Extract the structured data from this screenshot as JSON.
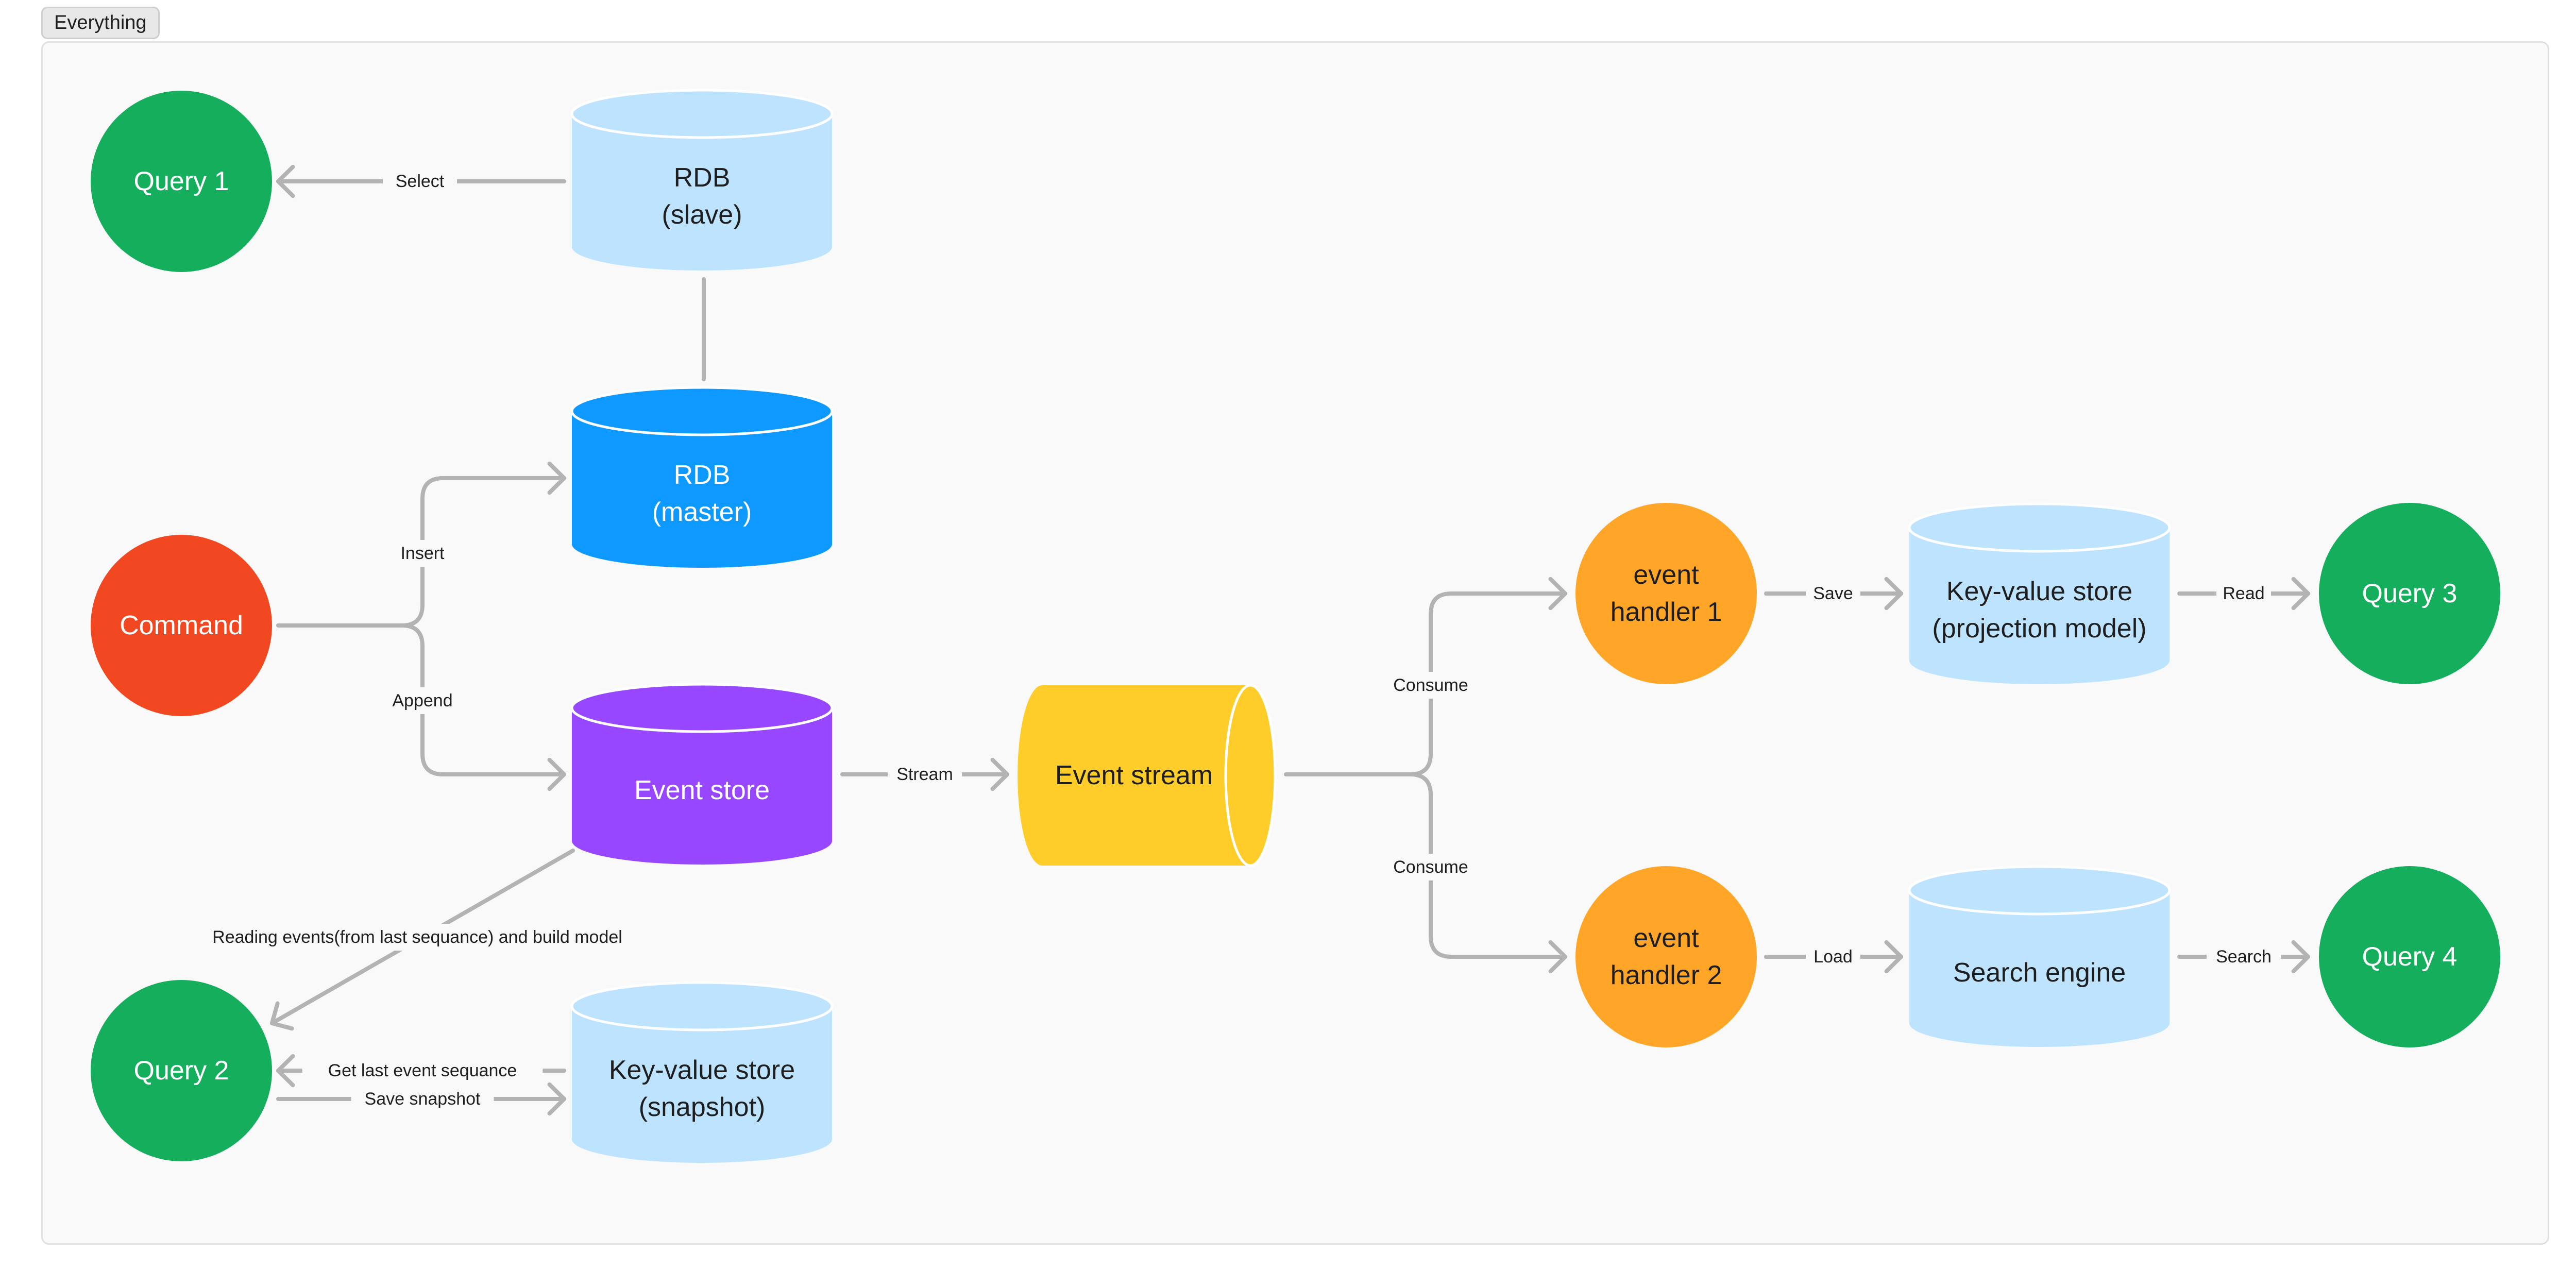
{
  "frame_label": "Everything",
  "colors": {
    "frame_bg": "#f9f9f9",
    "frame_border": "#e0e0e0",
    "edge": "#b3b3b3",
    "query": "#14ae5c",
    "command": "#f24822",
    "rdb_master": "#0d99ff",
    "rdb_slave": "#bde3ff",
    "event_store": "#9747ff",
    "event_stream": "#ffcd29",
    "event_handler": "#ffa629",
    "light_store": "#bde3ff"
  },
  "nodes": {
    "query1": {
      "label": [
        "Query 1"
      ],
      "shape": "circle",
      "color": "query",
      "text_color": "#ffffff"
    },
    "command": {
      "label": [
        "Command"
      ],
      "shape": "circle",
      "color": "command",
      "text_color": "#ffffff"
    },
    "query2": {
      "label": [
        "Query 2"
      ],
      "shape": "circle",
      "color": "query",
      "text_color": "#ffffff"
    },
    "rdb_slave": {
      "label": [
        "RDB",
        "(slave)"
      ],
      "shape": "cylinder",
      "color": "rdb_slave",
      "text_color": "#1e1e1e"
    },
    "rdb_master": {
      "label": [
        "RDB",
        "(master)"
      ],
      "shape": "cylinder",
      "color": "rdb_master",
      "text_color": "#ffffff"
    },
    "event_store": {
      "label": [
        "Event store"
      ],
      "shape": "cylinder",
      "color": "event_store",
      "text_color": "#ffffff"
    },
    "kv_snapshot": {
      "label": [
        "Key-value store",
        "(snapshot)"
      ],
      "shape": "cylinder",
      "color": "light_store",
      "text_color": "#1e1e1e"
    },
    "event_stream": {
      "label": [
        "Event stream"
      ],
      "shape": "h-cylinder",
      "color": "event_stream",
      "text_color": "#1e1e1e"
    },
    "handler1": {
      "label": [
        "event",
        "handler 1"
      ],
      "shape": "circle",
      "color": "event_handler",
      "text_color": "#1e1e1e"
    },
    "handler2": {
      "label": [
        "event",
        "handler 2"
      ],
      "shape": "circle",
      "color": "event_handler",
      "text_color": "#1e1e1e"
    },
    "kv_projection": {
      "label": [
        "Key-value store",
        "(projection model)"
      ],
      "shape": "cylinder",
      "color": "light_store",
      "text_color": "#1e1e1e"
    },
    "search_engine": {
      "label": [
        "Search engine"
      ],
      "shape": "cylinder",
      "color": "light_store",
      "text_color": "#1e1e1e"
    },
    "query3": {
      "label": [
        "Query 3"
      ],
      "shape": "circle",
      "color": "query",
      "text_color": "#ffffff"
    },
    "query4": {
      "label": [
        "Query 4"
      ],
      "shape": "circle",
      "color": "query",
      "text_color": "#ffffff"
    }
  },
  "edges": [
    {
      "id": "select",
      "from": "rdb_slave",
      "to": "query1",
      "label": "Select"
    },
    {
      "id": "replication",
      "from": "rdb_master",
      "to": "rdb_slave",
      "label": ""
    },
    {
      "id": "insert",
      "from": "command",
      "to": "rdb_master",
      "label": "Insert"
    },
    {
      "id": "append",
      "from": "command",
      "to": "event_store",
      "label": "Append"
    },
    {
      "id": "stream",
      "from": "event_store",
      "to": "event_stream",
      "label": "Stream"
    },
    {
      "id": "reading",
      "from": "event_store",
      "to": "query2",
      "label": "Reading events(from last sequance) and build model"
    },
    {
      "id": "get_last",
      "from": "kv_snapshot",
      "to": "query2",
      "label": "Get last event sequance"
    },
    {
      "id": "save_snapshot",
      "from": "query2",
      "to": "kv_snapshot",
      "label": "Save snapshot"
    },
    {
      "id": "consume1",
      "from": "event_stream",
      "to": "handler1",
      "label": "Consume"
    },
    {
      "id": "consume2",
      "from": "event_stream",
      "to": "handler2",
      "label": "Consume"
    },
    {
      "id": "save",
      "from": "handler1",
      "to": "kv_projection",
      "label": "Save"
    },
    {
      "id": "load",
      "from": "handler2",
      "to": "search_engine",
      "label": "Load"
    },
    {
      "id": "read",
      "from": "kv_projection",
      "to": "query3",
      "label": "Read"
    },
    {
      "id": "search",
      "from": "search_engine",
      "to": "query4",
      "label": "Search"
    }
  ]
}
